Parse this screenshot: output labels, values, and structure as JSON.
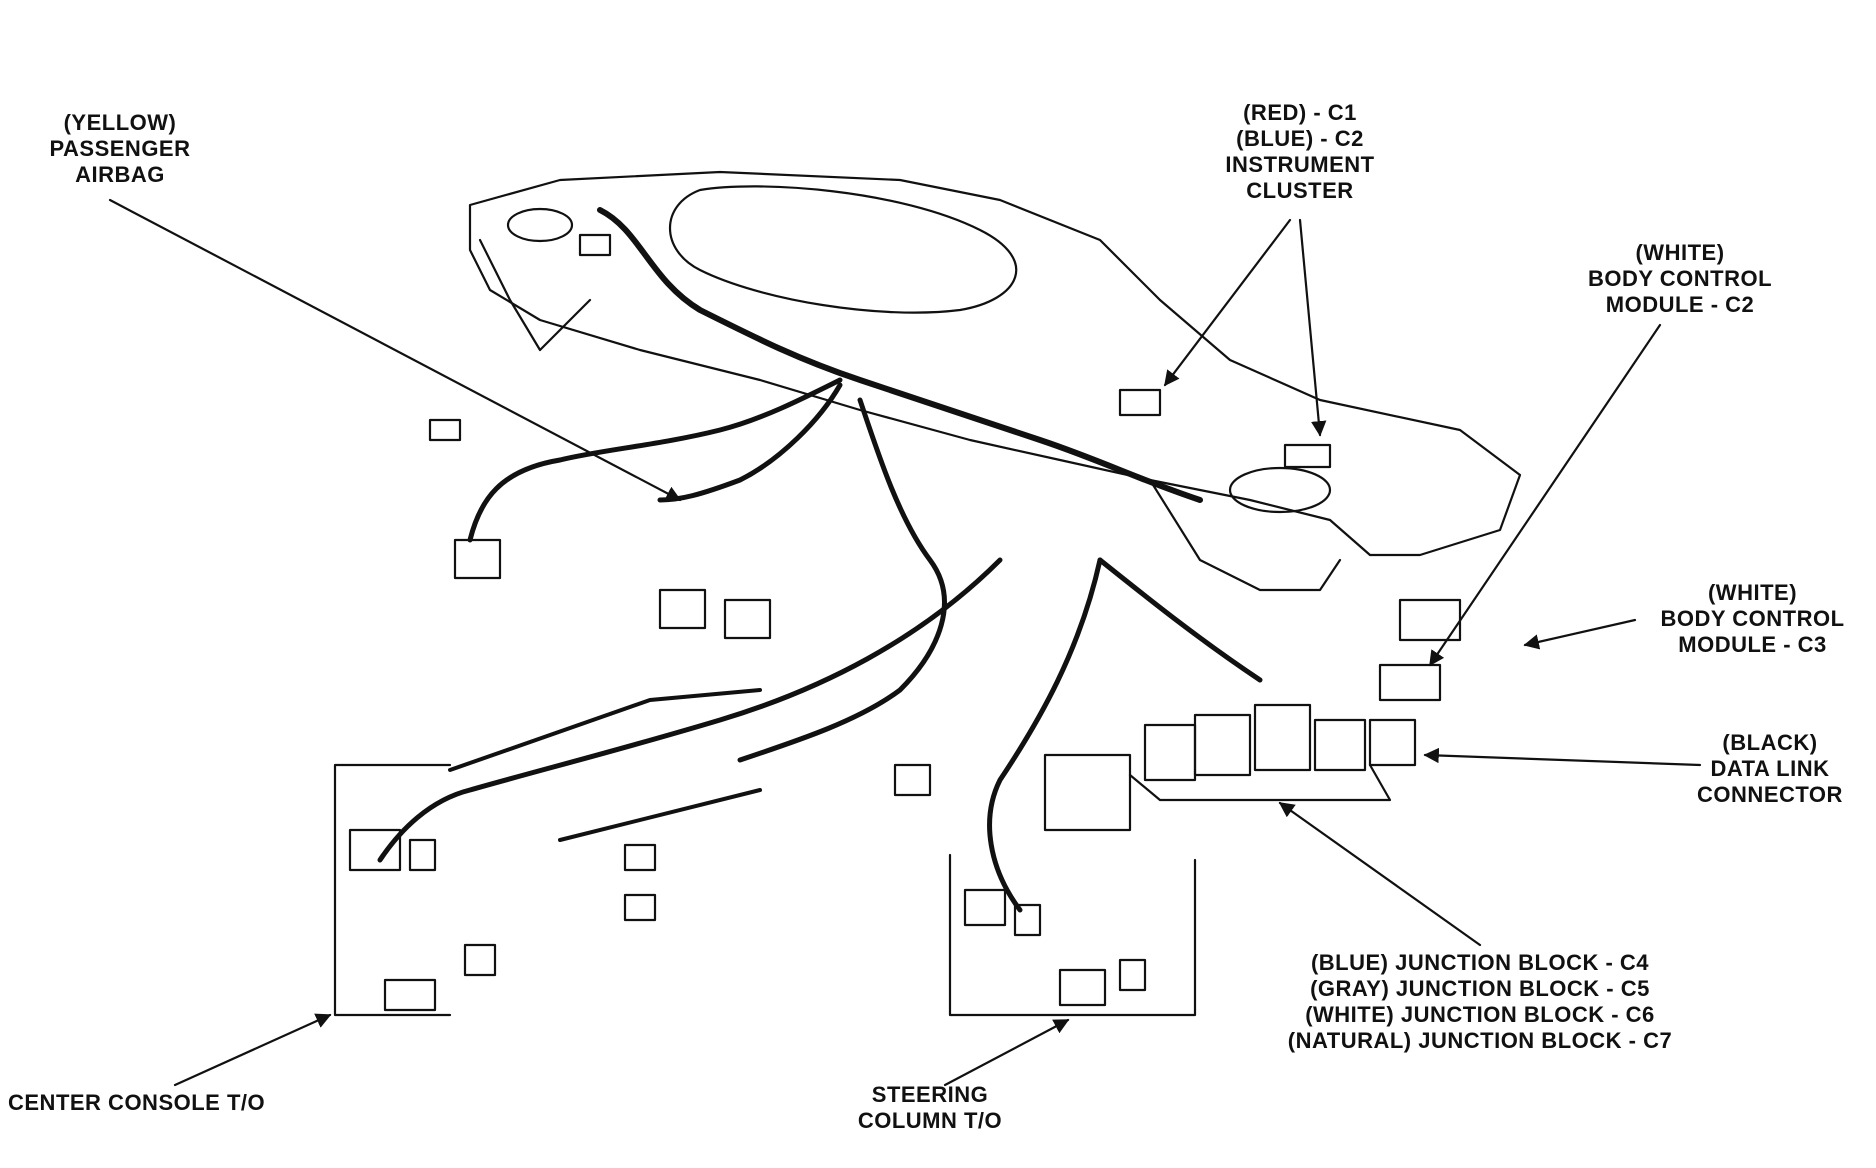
{
  "labels": {
    "passenger_airbag": [
      "(YELLOW)",
      "PASSENGER",
      "AIRBAG"
    ],
    "instrument_cluster": [
      "(RED) - C1",
      "(BLUE) - C2",
      "INSTRUMENT",
      "CLUSTER"
    ],
    "bcm_c2": [
      "(WHITE)",
      "BODY CONTROL",
      "MODULE - C2"
    ],
    "bcm_c3": [
      "(WHITE)",
      "BODY CONTROL",
      "MODULE - C3"
    ],
    "data_link": [
      "(BLACK)",
      "DATA LINK",
      "CONNECTOR"
    ],
    "junction_block": [
      "(BLUE) JUNCTION BLOCK - C4",
      "(GRAY) JUNCTION BLOCK - C5",
      "(WHITE) JUNCTION BLOCK - C6",
      "(NATURAL) JUNCTION BLOCK - C7"
    ],
    "center_console": [
      "CENTER CONSOLE T/O"
    ],
    "steering_column": [
      "STEERING",
      "COLUMN T/O"
    ]
  },
  "colors": {
    "ink": "#111111",
    "paper": "#ffffff"
  }
}
